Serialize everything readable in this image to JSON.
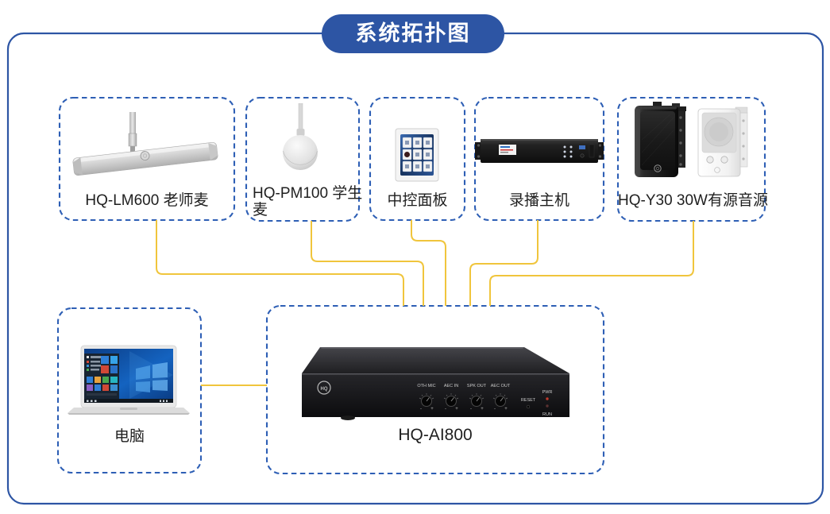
{
  "title": "系统拓扑图",
  "nodes": [
    {
      "id": "teacher-mic",
      "label": "HQ-LM600 老师麦"
    },
    {
      "id": "student-mic",
      "label": "HQ-PM100 学生麦"
    },
    {
      "id": "control-panel",
      "label": "中控面板"
    },
    {
      "id": "recorder",
      "label": "录播主机"
    },
    {
      "id": "speakers",
      "label": "HQ-Y30 30W有源音源"
    },
    {
      "id": "computer",
      "label": "电脑"
    },
    {
      "id": "main-unit",
      "label": "HQ-AI800"
    }
  ],
  "device_panel": {
    "knobs": [
      "OTH MIC",
      "AEC IN",
      "SPK OUT",
      "AEC OUT"
    ],
    "reset": "RESET",
    "pwr": "PWR",
    "run": "RUN"
  },
  "colors": {
    "accent_blue": "#2d55a4",
    "dashed_blue": "#2e5fb5",
    "connector_gold": "#f0c53c"
  }
}
